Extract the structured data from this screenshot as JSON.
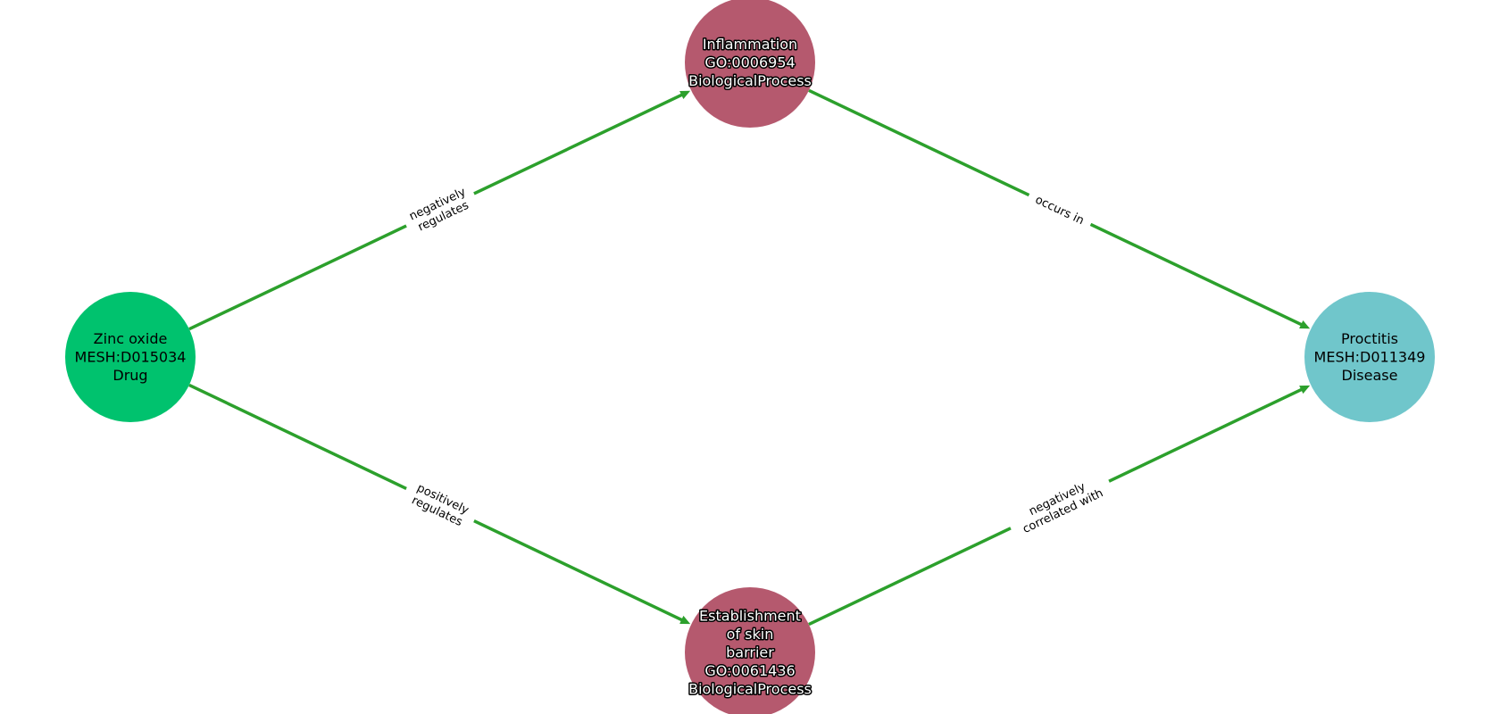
{
  "colors": {
    "edge": "#2ca02c",
    "drug": "#00c26e",
    "disease": "#70c6cb",
    "biological_process": "#b5596e"
  },
  "nodes": [
    {
      "id": "zinc",
      "type": "drug",
      "lines": [
        "Zinc oxide",
        "MESH:D015034",
        "Drug"
      ],
      "outlined": false
    },
    {
      "id": "inflammation",
      "type": "biological_process",
      "lines": [
        "Inflammation",
        "GO:0006954",
        "BiologicalProcess"
      ],
      "outlined": true
    },
    {
      "id": "proctitis",
      "type": "disease",
      "lines": [
        "Proctitis",
        "MESH:D011349",
        "Disease"
      ],
      "outlined": false
    },
    {
      "id": "skin",
      "type": "biological_process",
      "lines": [
        "Establishment",
        "of skin",
        "barrier",
        "GO:0061436",
        "BiologicalProcess"
      ],
      "outlined": true
    }
  ],
  "edges": [
    {
      "source": "zinc",
      "target": "inflammation",
      "label_lines": [
        "negatively",
        "regulates"
      ]
    },
    {
      "source": "inflammation",
      "target": "proctitis",
      "label_lines": [
        "occurs in"
      ]
    },
    {
      "source": "zinc",
      "target": "skin",
      "label_lines": [
        "positively",
        "regulates"
      ]
    },
    {
      "source": "skin",
      "target": "proctitis",
      "label_lines": [
        "negatively",
        "correlated with"
      ]
    }
  ]
}
